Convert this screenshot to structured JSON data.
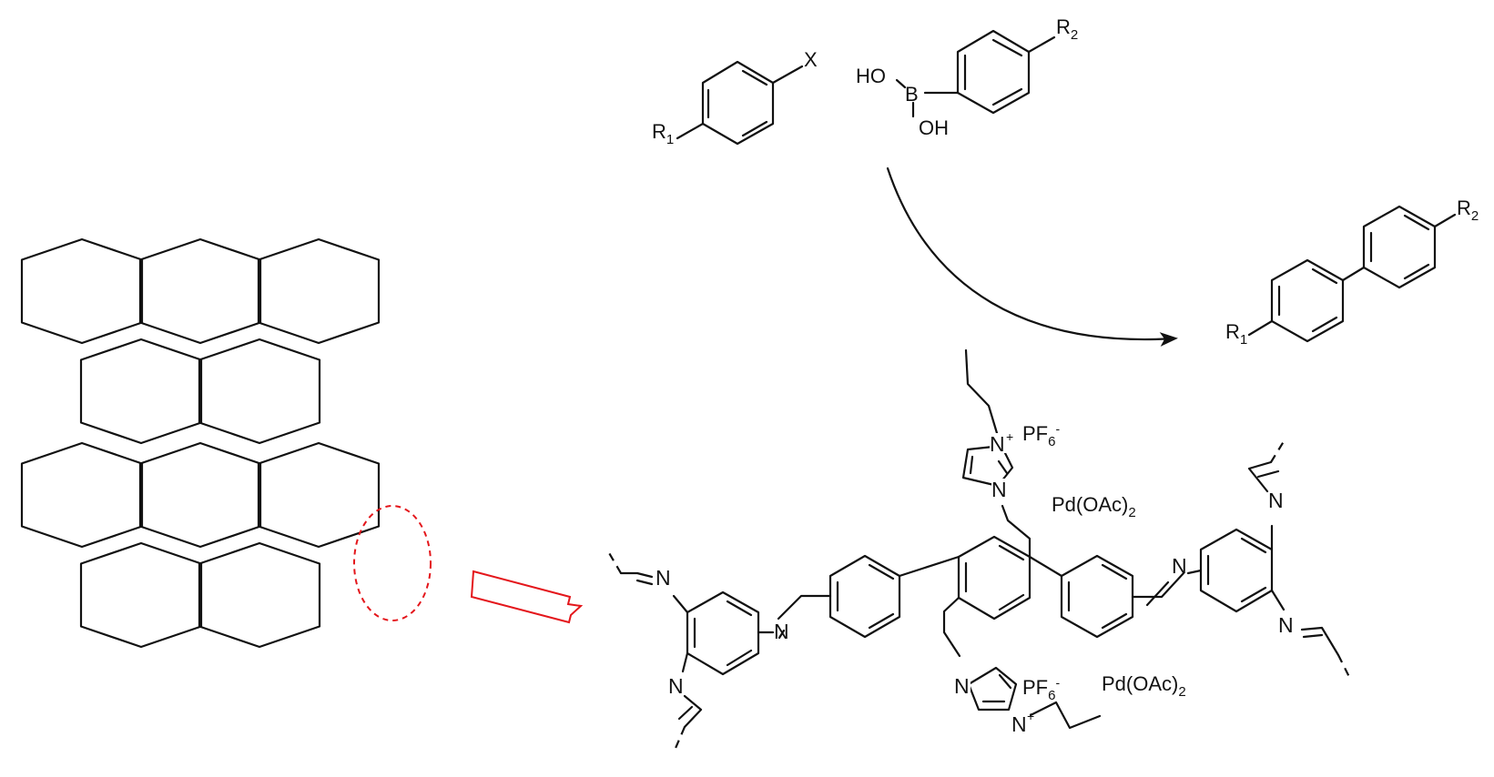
{
  "colors": {
    "ink": "#111111",
    "highlight": "#e4161b",
    "background": "#ffffff"
  },
  "reactants": {
    "aryl_halide": {
      "substituent": "R",
      "substituent_sub": "1",
      "leaving_group": "X"
    },
    "boronic_acid": {
      "oh_top": "HO",
      "boron": "B",
      "oh_bottom": "OH",
      "substituent": "R",
      "substituent_sub": "2"
    }
  },
  "product": {
    "left": "R",
    "left_sub": "1",
    "right": "R",
    "right_sub": "2"
  },
  "catalyst": {
    "counterion": "PF",
    "counterion_sub": "6",
    "counterion_sup": "-",
    "nitrogen": "N",
    "plus": "+",
    "palladium": "Pd(OAc)",
    "palladium_sub": "2"
  }
}
